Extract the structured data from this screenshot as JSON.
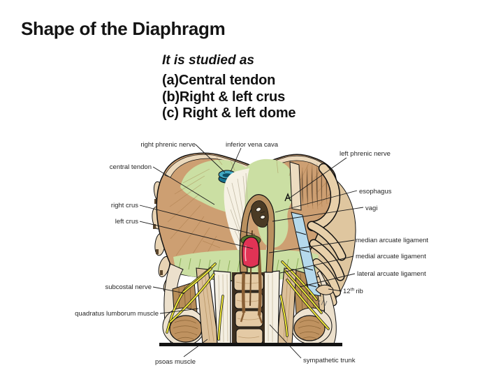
{
  "slide": {
    "title": "Shape of the Diaphragm",
    "study_intro": "It is studied as",
    "study_items": [
      {
        "label": "(a)Central tendon"
      },
      {
        "label": "(b)Right & left crus"
      },
      {
        "label": "(c) Right & left dome"
      }
    ]
  },
  "diagram": {
    "labels": {
      "right_phrenic_nerve": "right phrenic nerve",
      "inferior_vena_cava": "inferior vena cava",
      "central_tendon": "central tendon",
      "right_crus": "right crus",
      "left_crus": "left crus",
      "subcostal_nerve": "subcostal nerve",
      "quadratus_lumborum_muscle": "quadratus lumborum muscle",
      "psoas_muscle": "psoas muscle",
      "left_phrenic_nerve": "left phrenic nerve",
      "esophagus": "esophagus",
      "vagi": "vagi",
      "median_arcuate_ligament": "median arcuate ligament",
      "medial_arcuate_ligament": "medial arcuate ligament",
      "lateral_arcuate_ligament": "lateral arcuate ligament",
      "rib12_number": "12",
      "rib12_superscript": "th",
      "rib12_word": "rib",
      "sympathetic_trunk": "sympathetic trunk"
    },
    "colors": {
      "muscle_tan": "#cd9f72",
      "central_tendon_green": "#cbdfa3",
      "ivc_teal": "#41a9c4",
      "aorta_red": "#e13355",
      "costal_cartilage_blue": "#b5d9ec",
      "nerve_yellow": "#f2ea3a"
    }
  }
}
